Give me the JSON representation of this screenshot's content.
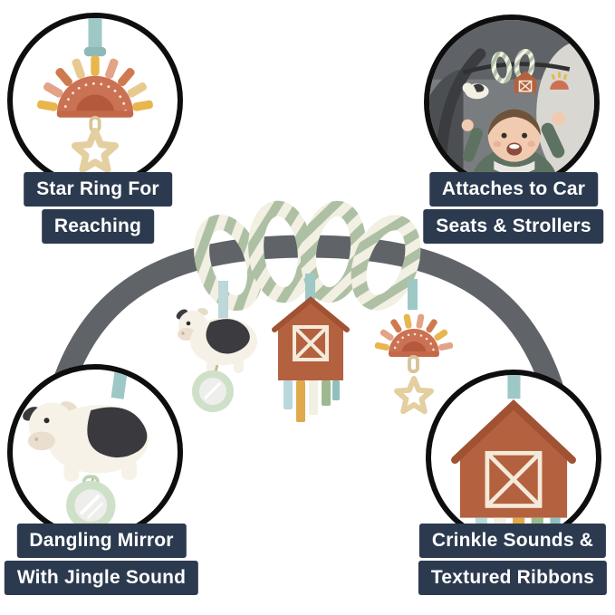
{
  "labels": {
    "top_left": [
      "Star Ring For",
      "Reaching"
    ],
    "top_right": [
      "Attaches to Car",
      "Seats & Strollers"
    ],
    "bottom_left": [
      "Dangling Mirror",
      "With Jingle Sound"
    ],
    "bottom_right": [
      "Crinkle Sounds &",
      "Textured Ribbons"
    ]
  },
  "icons": {
    "top_left_callout": "sun-toy-with-star-ring-icon",
    "top_right_callout": "baby-in-car-seat-photo",
    "bottom_left_callout": "cow-toy-with-mirror-icon",
    "bottom_right_callout": "barn-toy-with-ribbons-icon",
    "center": "spiral-activity-arch-with-farm-toys"
  },
  "colors": {
    "label_bg": "#2c3a4f",
    "label_text": "#ffffff",
    "circle_border": "#0e0e0e",
    "sage_green": "#aec0a3",
    "cream": "#f2efe3",
    "rust": "#b4613f",
    "coral": "#cc7254",
    "mint": "#cfe0c8",
    "teal": "#9ec8c6",
    "light_blue": "#b8d8dc",
    "mustard": "#dfa94c",
    "arch_gray": "#606468",
    "star_beige": "#e3cfa0"
  }
}
